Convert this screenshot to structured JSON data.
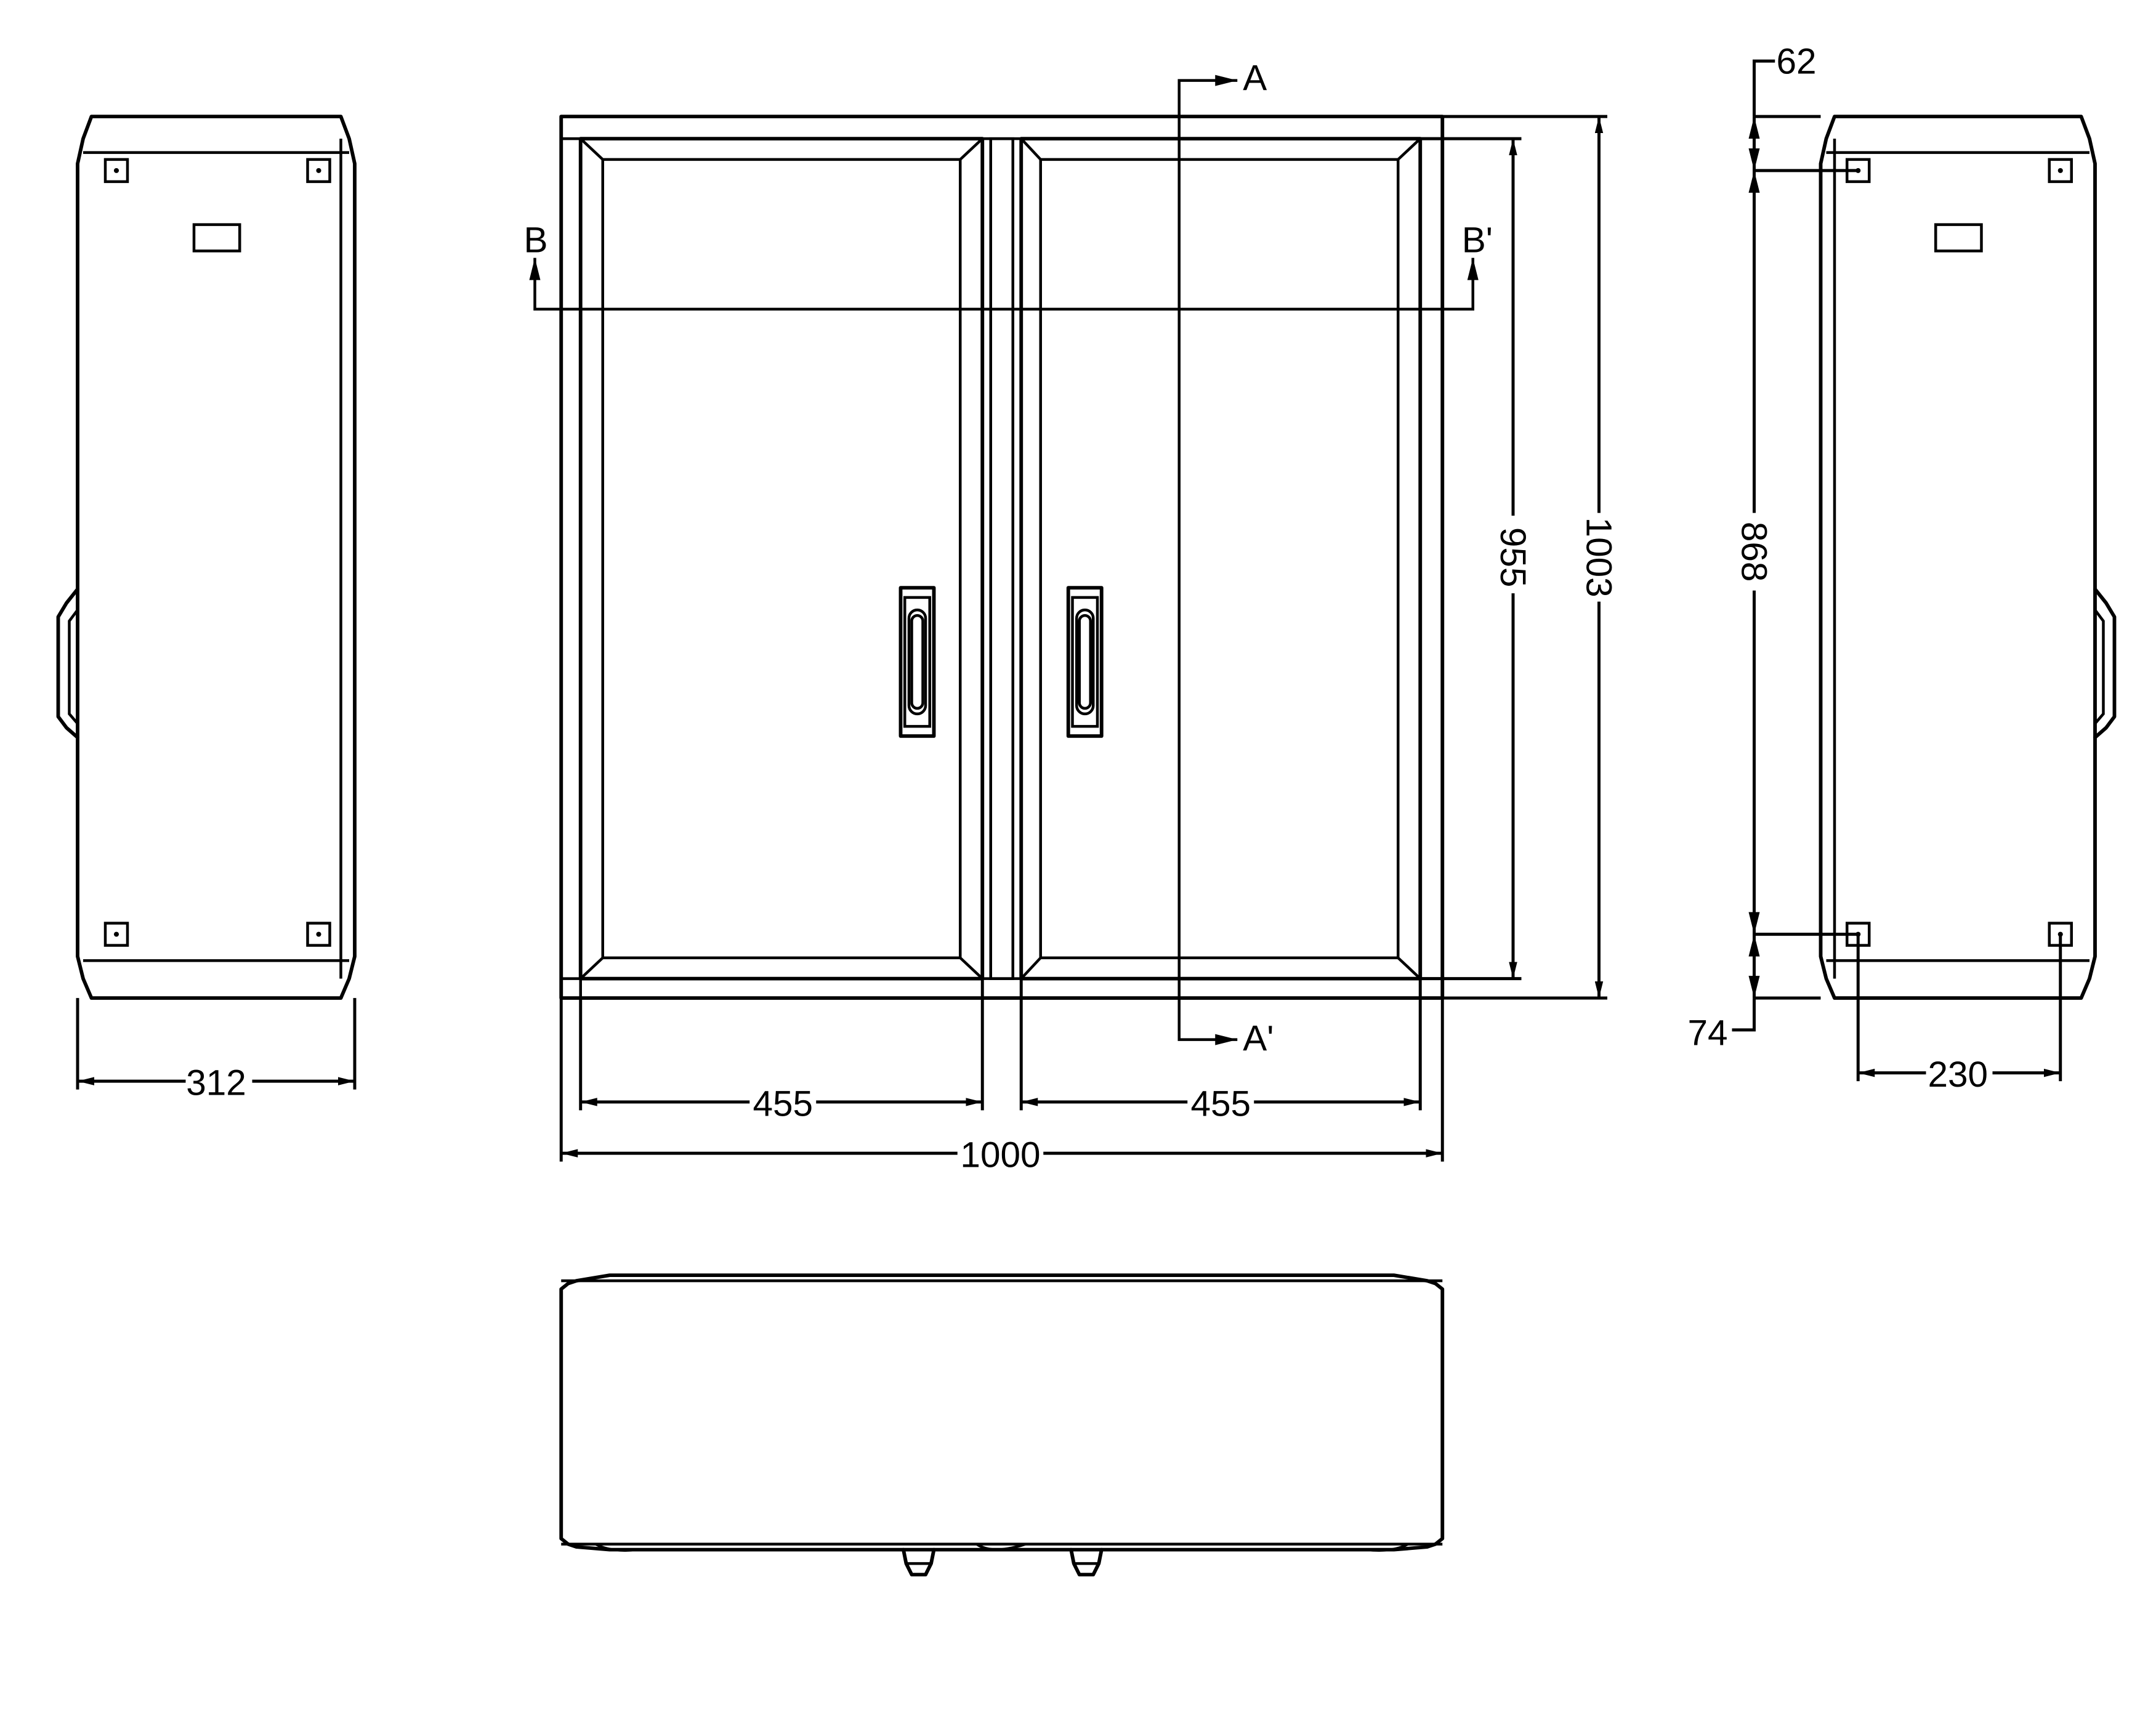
{
  "views": {
    "left_side": {
      "width": "312"
    },
    "front": {
      "door_left_width": "455",
      "door_right_width": "455",
      "overall_width": "1000",
      "inner_height": "955",
      "overall_height": "1003"
    },
    "right_side": {
      "top_offset": "62",
      "hole_spacing_vertical": "868",
      "bottom_offset": "74",
      "hole_spacing_horizontal": "230"
    }
  },
  "sections": {
    "a_start": "A",
    "a_end": "A'",
    "b_start": "B",
    "b_end": "B'"
  }
}
